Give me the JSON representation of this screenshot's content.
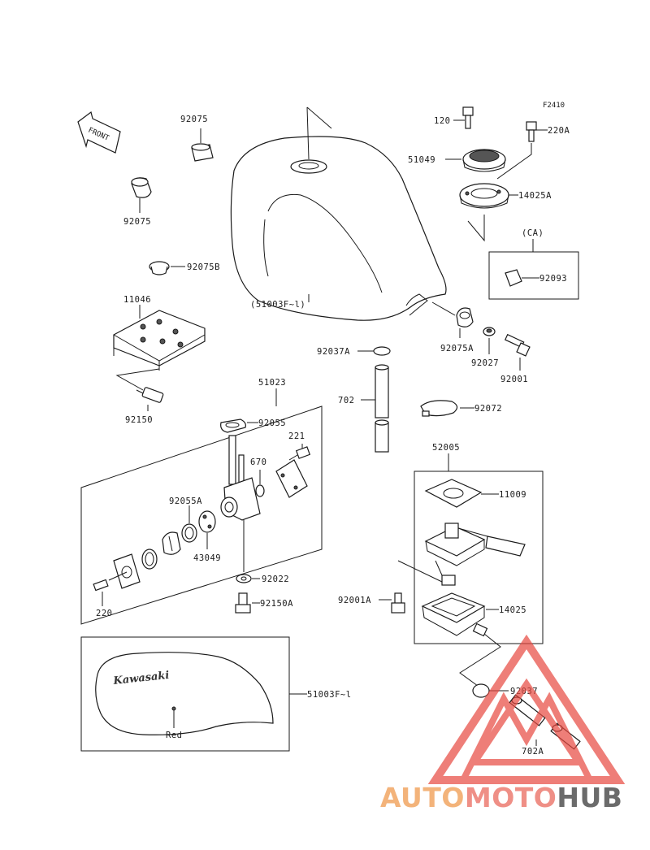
{
  "figure_code": "F2410",
  "front_label": "FRONT",
  "labels": {
    "p92075_top": "92075",
    "p92075_bottom": "92075",
    "p92075B": "92075B",
    "p51003F_1": "(51003F~l)",
    "p11046": "11046",
    "p92150": "92150",
    "p51023": "51023",
    "p92055": "92055",
    "p221": "221",
    "p670": "670",
    "p92055A": "92055A",
    "p43049": "43049",
    "p92022": "92022",
    "p92150A": "92150A",
    "p220": "220",
    "p120": "120",
    "p220A": "220A",
    "p51049": "51049",
    "p14025A": "14025A",
    "p92093": "92093",
    "p92075A": "92075A",
    "p92027": "92027",
    "p92001": "92001",
    "p92037A": "92037A",
    "p702": "702",
    "p92072": "92072",
    "p52005": "52005",
    "p11009": "11009",
    "p92001A": "92001A",
    "p14025": "14025",
    "p92037": "92037",
    "p702A": "702A",
    "p51003F_2": "51003F~l"
  },
  "ca_label": "(CA)",
  "decal_brand": "Kawasaki",
  "decal_color": "Red",
  "watermark": {
    "part1": "AUTO",
    "part2": "MOTO",
    "part3": "HUB",
    "color1": "#f3b37a",
    "color2": "#ef8f86",
    "color3": "#6b6b6b",
    "logo_color": "#e8483f"
  }
}
